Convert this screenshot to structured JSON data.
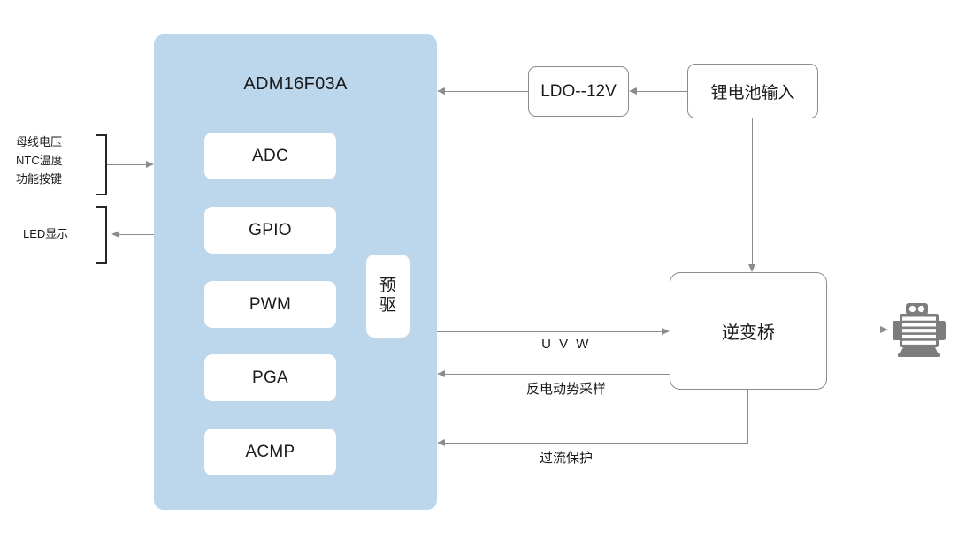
{
  "diagram": {
    "title": "ADM16F03A motor control block diagram",
    "colors": {
      "mcu_fill": "#bcd6ec",
      "box_stroke": "#8c8c8c",
      "bracket_stroke": "#262626",
      "motor_fill": "#7d7d7d",
      "text": "#1a1a1a",
      "background": "#ffffff"
    }
  },
  "mcu": {
    "title": "ADM16F03A",
    "peripherals": [
      {
        "label": "ADC"
      },
      {
        "label": "GPIO"
      },
      {
        "label": "PWM"
      },
      {
        "label": "PGA"
      },
      {
        "label": "ACMP"
      }
    ],
    "predriver": {
      "line1": "预",
      "line2": "驱"
    }
  },
  "left_inputs": {
    "signals_line1": "母线电压",
    "signals_line2": "NTC温度",
    "signals_line3": "功能按键",
    "output_label": "LED显示"
  },
  "power": {
    "ldo": "LDO--12V",
    "battery": "锂电池输入"
  },
  "power_stage": {
    "inverter": "逆变桥",
    "motor_icon": "motor-icon"
  },
  "connections": {
    "uvw": "U V W",
    "back_emf": "反电动势采样",
    "overcurrent": "过流保护"
  }
}
